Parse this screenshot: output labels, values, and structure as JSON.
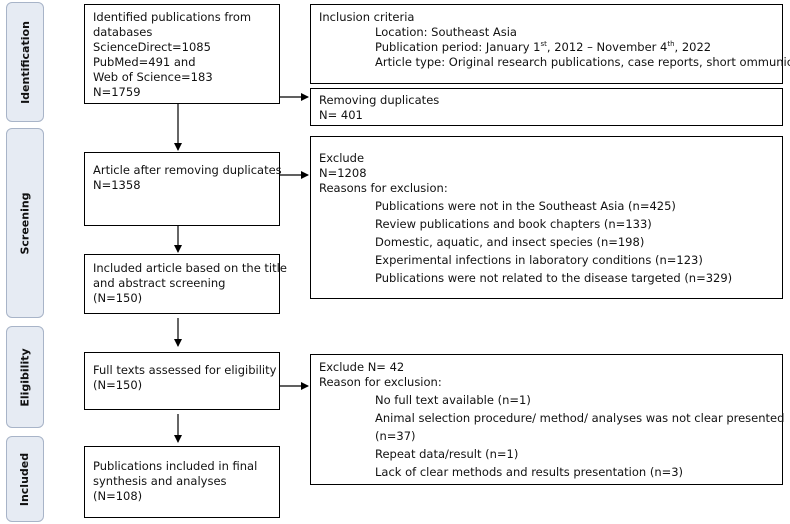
{
  "phases": {
    "identification": "Identification",
    "screening": "Screening",
    "eligibility": "Eligibility",
    "included": "Included"
  },
  "boxes": {
    "identified": {
      "lines": [
        "Identified publications from",
        "databases",
        "ScienceDirect=1085",
        "PubMed=491 and",
        "Web of Science=183",
        "N=1759"
      ]
    },
    "inclusion": {
      "title": "Inclusion criteria",
      "location": "Location: Southeast Asia",
      "period_prefix": "Publication period: January 1",
      "period_sup1": "st",
      "period_mid": ", 2012 – November 4",
      "period_sup2": "th",
      "period_suffix": ", 2022",
      "article_type": "Article type: Original research publications, case reports, short ommunications"
    },
    "removing": {
      "lines": [
        "Removing duplicates",
        "N= 401"
      ]
    },
    "after_removing": {
      "lines": [
        "Article after removing duplicates",
        "N=1358"
      ]
    },
    "exclude1": {
      "lines": [
        "Exclude",
        "N=1208",
        "Reasons for exclusion:"
      ],
      "reasons": [
        "Publications were not in the Southeast Asia (n=425)",
        "Review publications and book chapters (n=133)",
        "Domestic, aquatic, and insect species (n=198)",
        "Experimental infections in laboratory conditions (n=123)",
        "Publications were not related to the disease targeted (n=329)"
      ]
    },
    "included_title": {
      "lines": [
        "Included article based on the title",
        "and abstract screening",
        "(N=150)"
      ]
    },
    "fulltext": {
      "lines": [
        "Full texts assessed for eligibility",
        "(N=150)"
      ]
    },
    "exclude2": {
      "lines": [
        "Exclude N= 42",
        "Reason for exclusion:"
      ],
      "reasons": [
        "No full text available (n=1)",
        "Animal selection procedure/ method/ analyses was not clear presented",
        "(n=37)",
        "Repeat data/result (n=1)",
        "Lack of clear methods and results presentation (n=3)"
      ]
    },
    "final": {
      "lines": [
        "Publications included in final",
        "synthesis and analyses",
        "(N=108)"
      ]
    }
  }
}
